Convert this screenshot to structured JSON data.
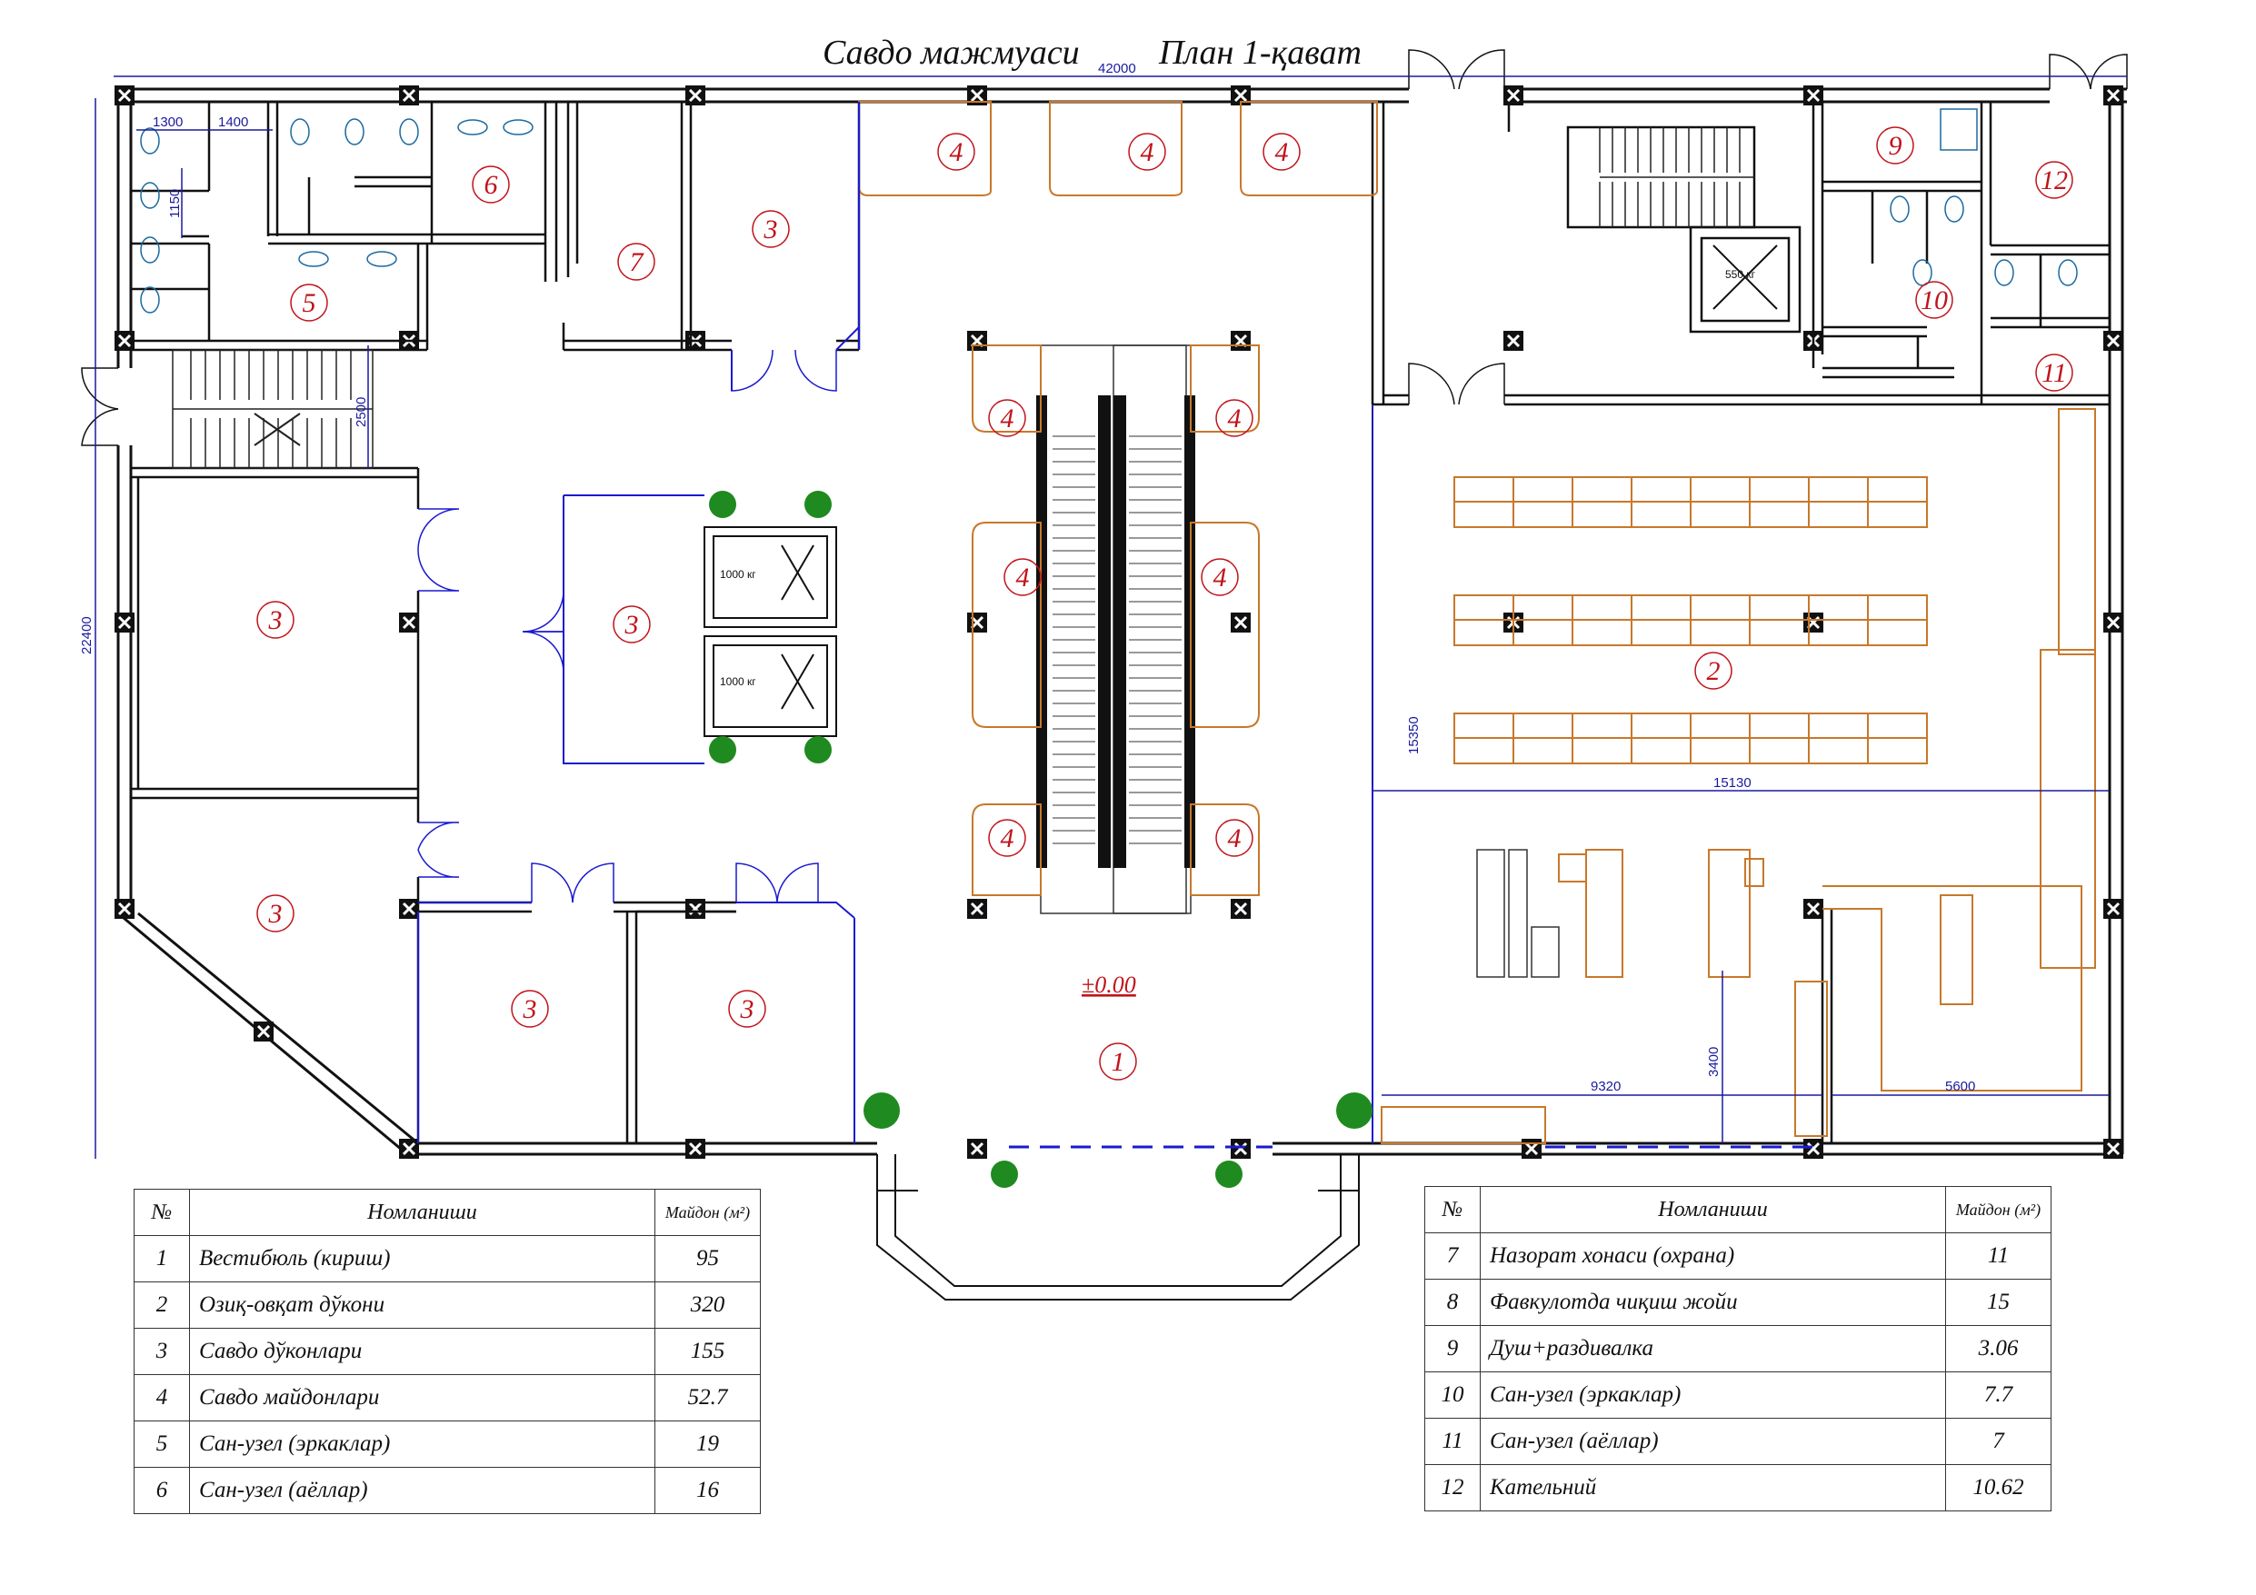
{
  "header": {
    "title_left": "Савдо мажмуаси",
    "title_right": "План 1-қават",
    "overall_width": "42000",
    "overall_height": "22400"
  },
  "dimensions": {
    "d1300": "1300",
    "d1400": "1400",
    "d1150": "1150",
    "d2500": "2500",
    "d15350": "15350",
    "d15130": "15130",
    "d3400": "3400",
    "d9320": "9320",
    "d5600": "5600",
    "level": "±0.00"
  },
  "lifts": {
    "lift1": "1000 кг",
    "lift2": "1000 кг",
    "lift3": "550 кг"
  },
  "legend_left": {
    "headers": {
      "no": "№",
      "name": "Номланиши",
      "area": "Майдон (м²)"
    },
    "rows": [
      {
        "no": "1",
        "name": "Вестибюль (кириш)",
        "area": "95"
      },
      {
        "no": "2",
        "name": "Озиқ-овқат дўкони",
        "area": "320"
      },
      {
        "no": "3",
        "name": "Савдо дўконлари",
        "area": "155"
      },
      {
        "no": "4",
        "name": "Савдо майдонлари",
        "area": "52.7"
      },
      {
        "no": "5",
        "name": "Сан-узел (эркаклар)",
        "area": "19"
      },
      {
        "no": "6",
        "name": "Сан-узел (аёллар)",
        "area": "16"
      }
    ]
  },
  "legend_right": {
    "headers": {
      "no": "№",
      "name": "Номланиши",
      "area": "Майдон (м²)"
    },
    "rows": [
      {
        "no": "7",
        "name": "Назорат хонаси (охрана)",
        "area": "11"
      },
      {
        "no": "8",
        "name": "Фавкулотда чиқиш жойи",
        "area": "15"
      },
      {
        "no": "9",
        "name": "Душ+раздивалка",
        "area": "3.06"
      },
      {
        "no": "10",
        "name": "Сан-узел (эркаклар)",
        "area": "7.7"
      },
      {
        "no": "11",
        "name": "Сан-узел (аёллар)",
        "area": "7"
      },
      {
        "no": "12",
        "name": "Катель­ний",
        "area": "10.62"
      }
    ]
  },
  "colors": {
    "wall": "#111111",
    "dimension": "#1a1aa0",
    "room_number": "#c0141a",
    "furniture": "#c8782a",
    "partition": "#1a1ad0",
    "plant": "#1f8a1f"
  }
}
